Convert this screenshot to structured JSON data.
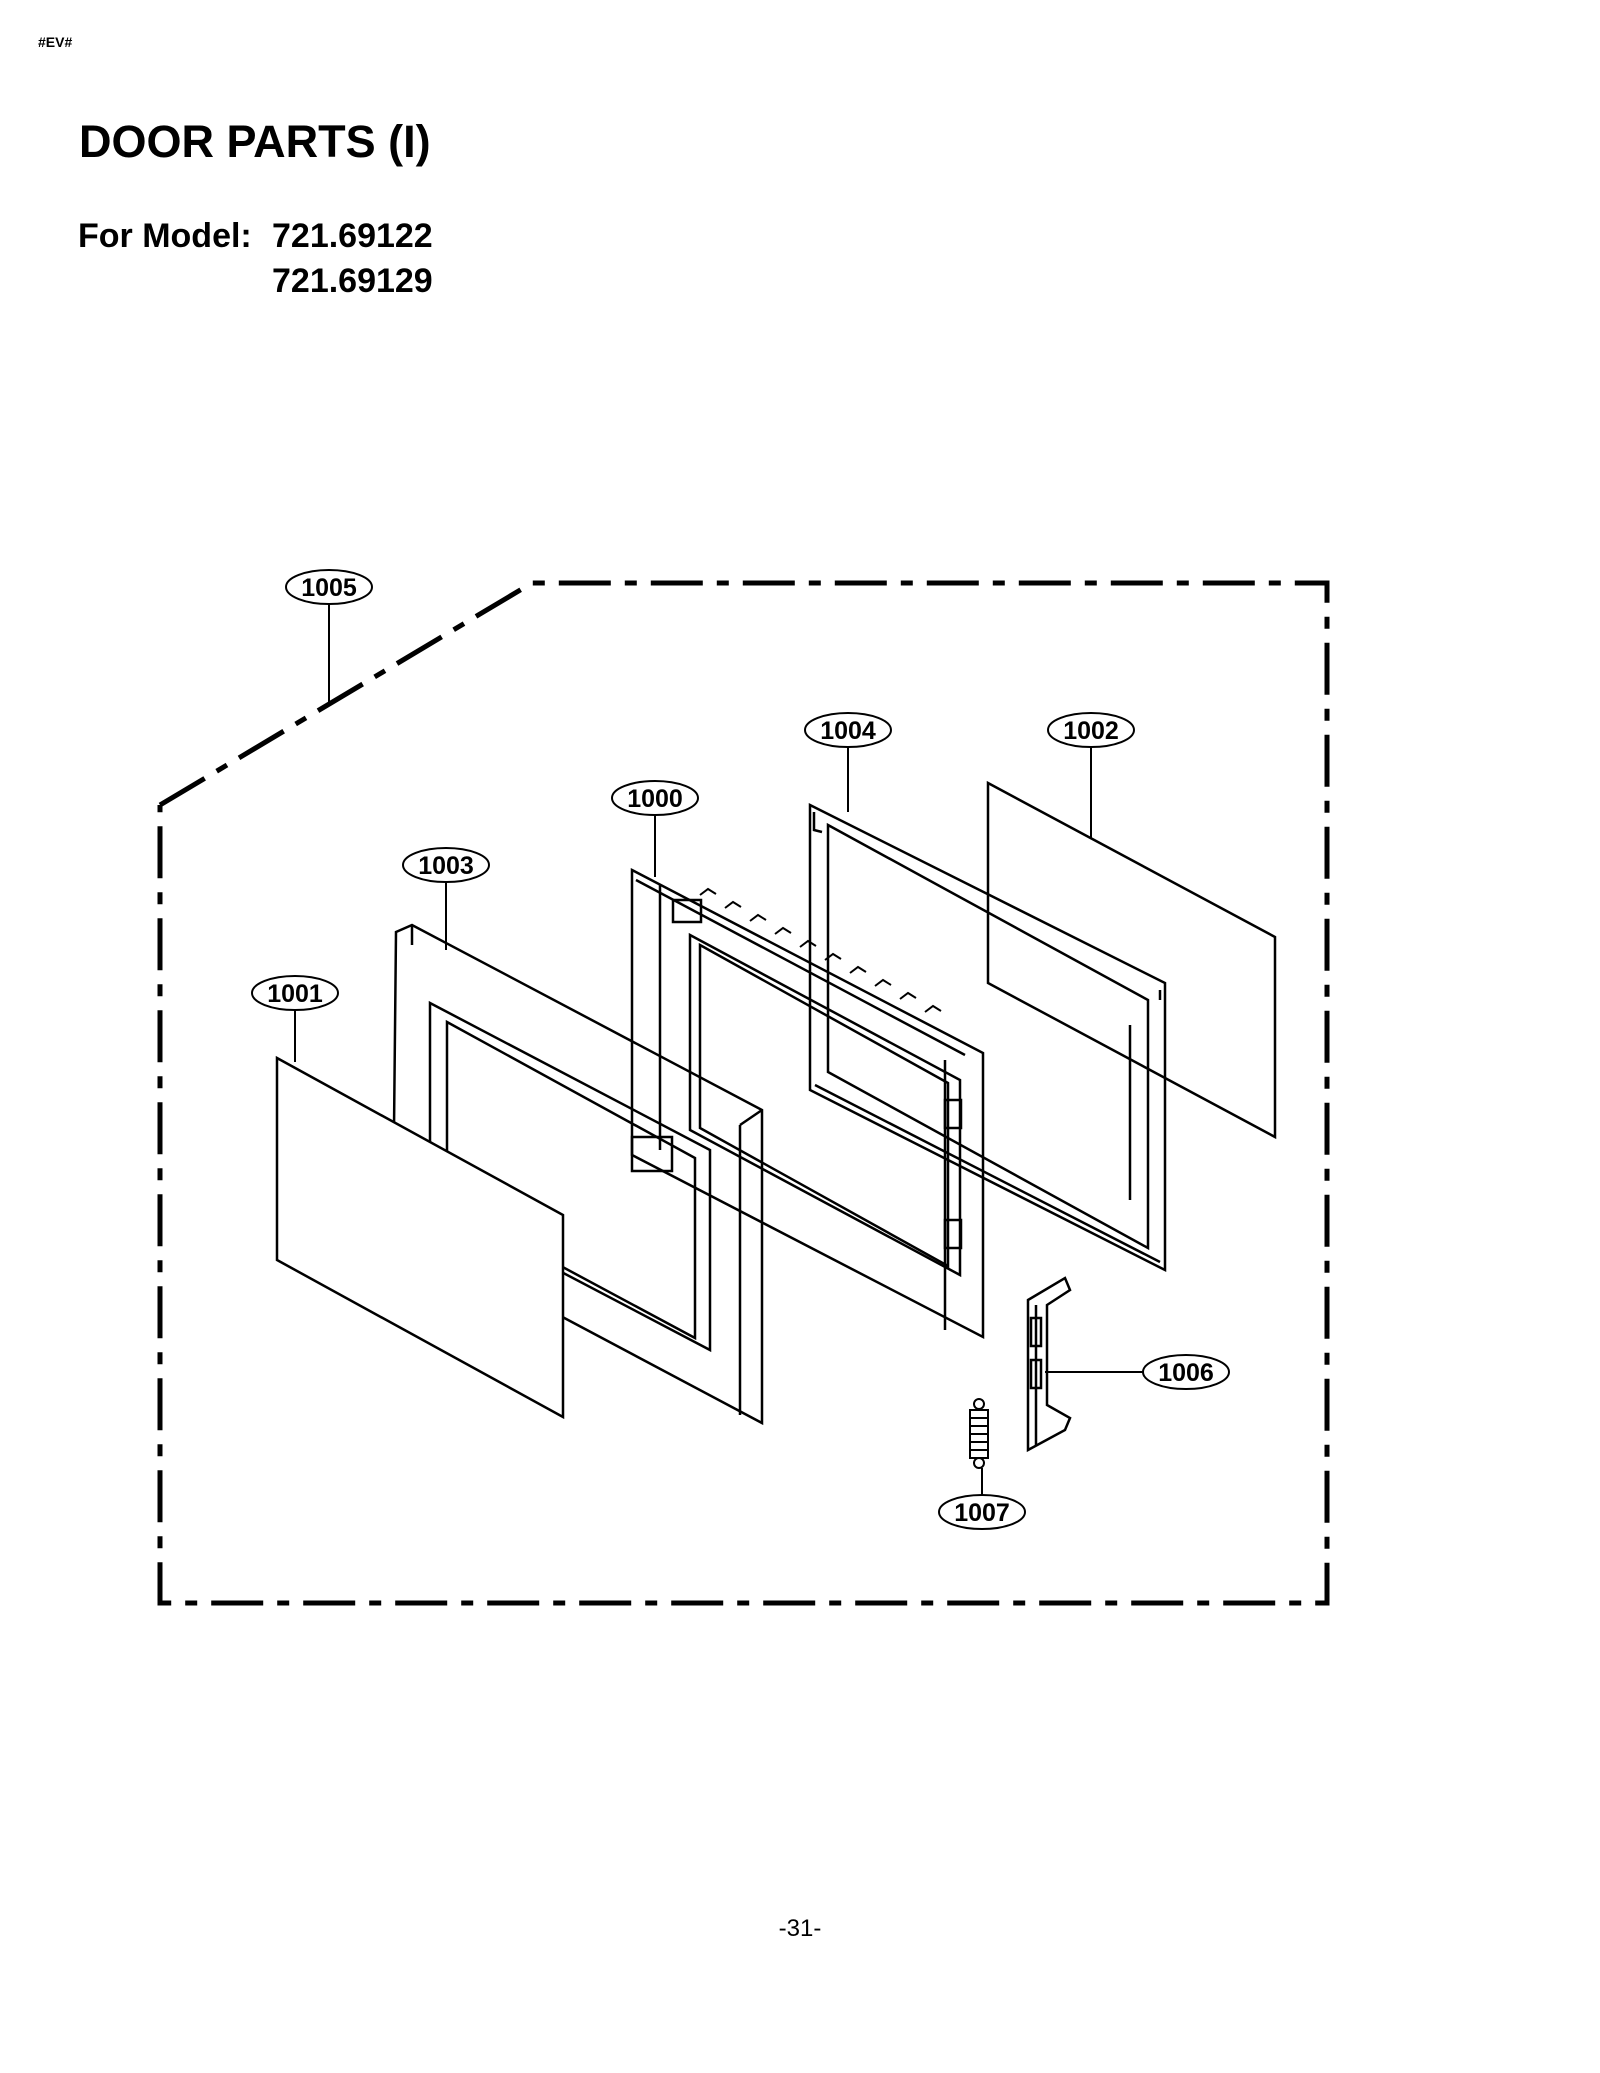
{
  "page": {
    "code": "#EV#",
    "title": "DOOR PARTS (I)",
    "model_label": "For Model:",
    "models": [
      "721.69122",
      "721.69129"
    ],
    "page_number": "-31-"
  },
  "callouts": {
    "c1000": "1000",
    "c1001": "1001",
    "c1002": "1002",
    "c1003": "1003",
    "c1004": "1004",
    "c1005": "1005",
    "c1006": "1006",
    "c1007": "1007"
  }
}
